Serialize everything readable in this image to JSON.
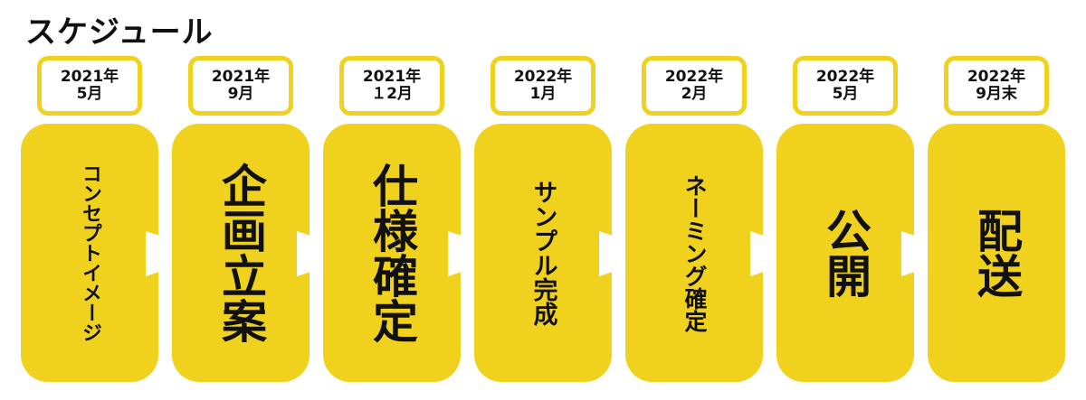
{
  "title": "スケジュール",
  "colors": {
    "accent": "#F0D21E",
    "text": "#111111",
    "background": "#FFFFFF"
  },
  "steps": [
    {
      "year": "2021年",
      "month": "5月",
      "label": "コンセプトイメージ"
    },
    {
      "year": "2021年",
      "month": "9月",
      "label": "企画立案"
    },
    {
      "year": "2021年",
      "month": "１2月",
      "label": "仕様確定"
    },
    {
      "year": "2022年",
      "month": "1月",
      "label": "サンプル完成"
    },
    {
      "year": "2022年",
      "month": "2月",
      "label": "ネーミング確定"
    },
    {
      "year": "2022年",
      "month": "5月",
      "label": "公開"
    },
    {
      "year": "2022年",
      "month": "9月末",
      "label": "配送"
    }
  ]
}
